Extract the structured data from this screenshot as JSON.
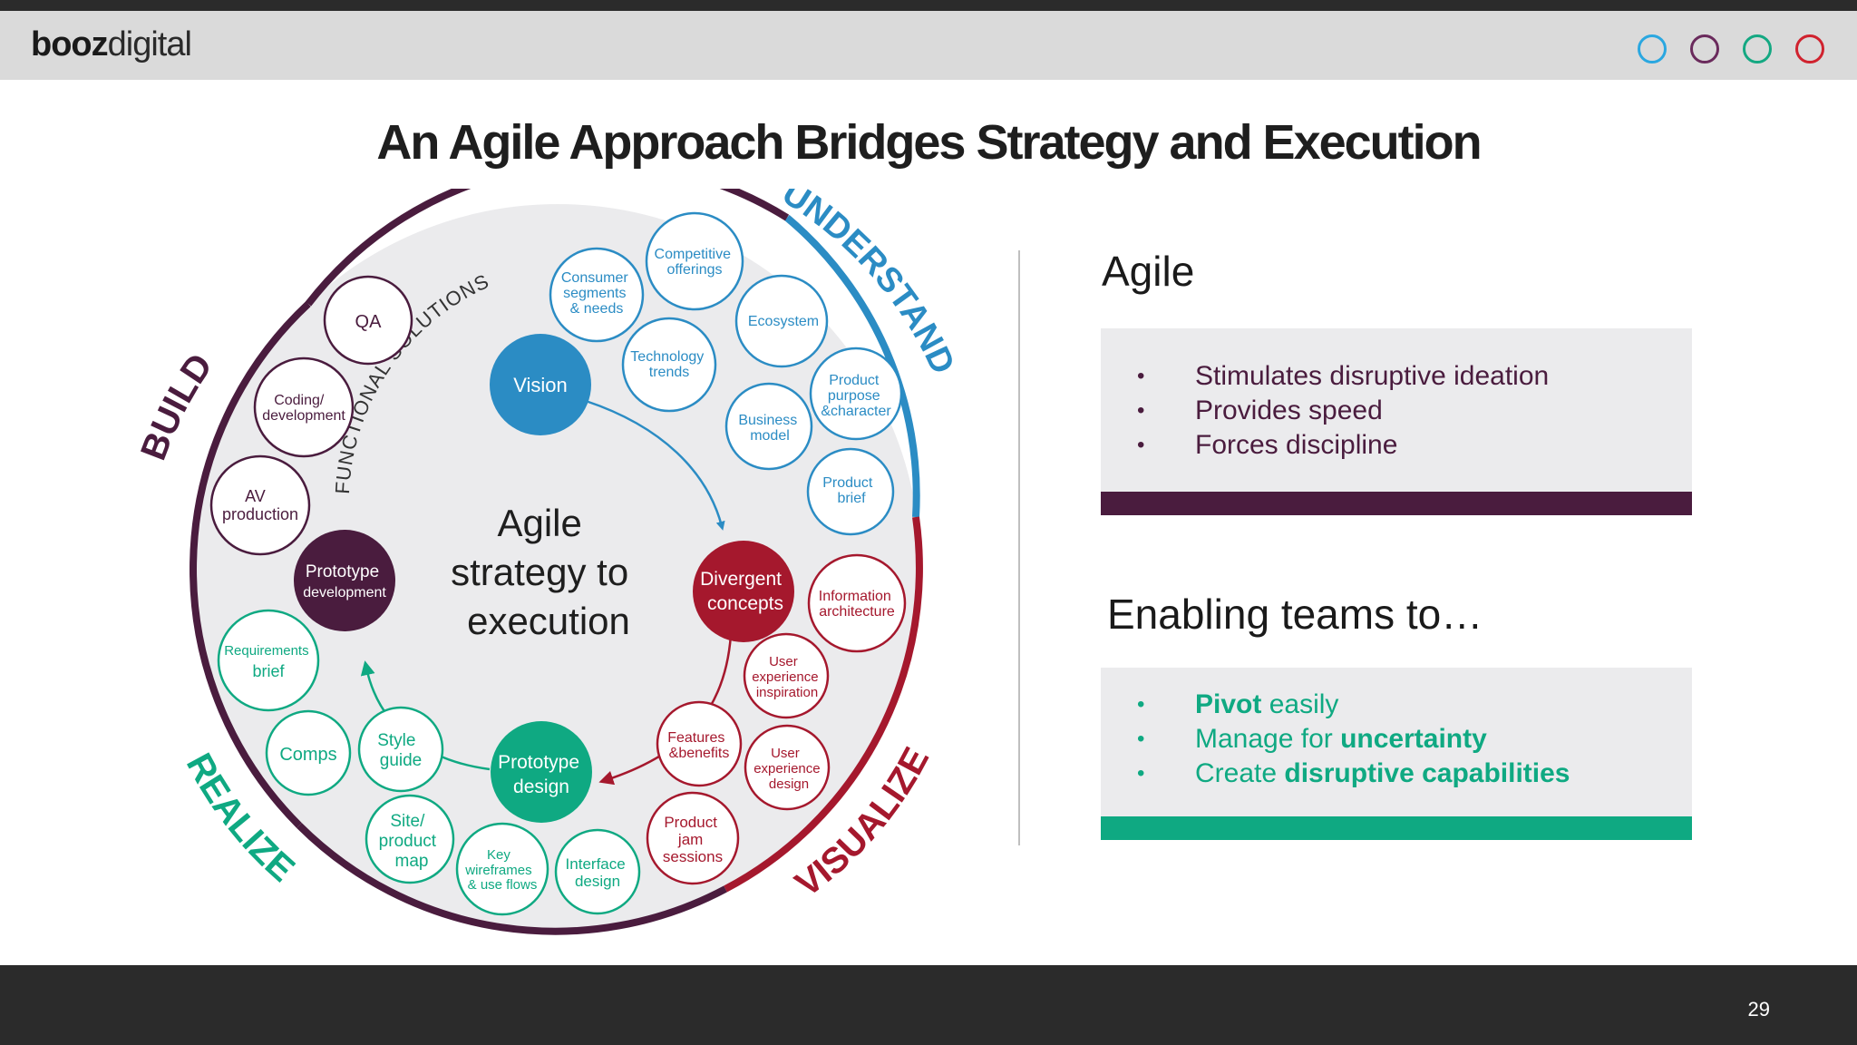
{
  "header": {
    "logo_bold": "booz",
    "logo_light": "digital",
    "circle_colors": [
      "#2aa7e0",
      "#6a2a5c",
      "#14a882",
      "#d0222e"
    ]
  },
  "slide": {
    "title": "An Agile Approach Bridges Strategy and Execution",
    "page_number": "29"
  },
  "diagram": {
    "center_text": [
      "Agile",
      "strategy to",
      "execution"
    ],
    "arc_labels": {
      "understand": "UNDERSTAND",
      "build": "BUILD",
      "realize": "REALIZE",
      "visualize": "VISUALIZE",
      "functional": "FUNCTIONAL SOLUTIONS"
    },
    "colors": {
      "understand": "#2b8cc4",
      "build": "#4a1c3e",
      "realize": "#0fa982",
      "visualize": "#a5182d"
    },
    "hubs": {
      "vision": "Vision",
      "divergent": [
        "Divergent",
        "concepts"
      ],
      "prototype_design": [
        "Prototype",
        "design"
      ],
      "prototype_development": [
        "Prototype",
        "development"
      ]
    },
    "understand_nodes": {
      "consumer": [
        "Consumer",
        "segments",
        "& needs"
      ],
      "competitive": [
        "Competitive",
        "offerings"
      ],
      "technology": [
        "Technology",
        "trends"
      ],
      "ecosystem": [
        "Ecosystem"
      ],
      "product_purpose": [
        "Product",
        "purpose",
        "&character"
      ],
      "business_model": [
        "Business",
        "model"
      ],
      "product_brief": [
        "Product",
        "brief"
      ]
    },
    "visualize_nodes": {
      "info_arch": [
        "Information",
        "architecture"
      ],
      "ux_inspiration": [
        "User",
        "experience",
        "inspiration"
      ],
      "features": [
        "Features",
        "&benefits"
      ],
      "ux_design": [
        "User",
        "experience",
        "design"
      ],
      "jam": [
        "Product",
        "jam",
        "sessions"
      ]
    },
    "realize_nodes": {
      "interface": [
        "Interface",
        "design"
      ],
      "key_wireframes": [
        "Key",
        "wireframes",
        "& use flows"
      ],
      "site_map": [
        "Site/",
        "product",
        "map"
      ],
      "style_guide": [
        "Style",
        "guide"
      ],
      "comps": [
        "Comps"
      ],
      "requirements": [
        "Requirements",
        "brief"
      ]
    },
    "build_nodes": {
      "av": [
        "AV",
        "production"
      ],
      "coding": [
        "Coding/",
        "development"
      ],
      "qa": [
        "QA"
      ]
    }
  },
  "agile_panel": {
    "heading": "Agile",
    "items": [
      "Stimulates disruptive ideation",
      "Provides speed",
      "Forces discipline"
    ]
  },
  "enable_panel": {
    "heading": "Enabling teams to…",
    "items": [
      {
        "a": "Pivot",
        "b": " easily"
      },
      {
        "a": "Manage for ",
        "b": "uncertainty"
      },
      {
        "a": "Create ",
        "b": "disruptive capabilities"
      }
    ]
  }
}
